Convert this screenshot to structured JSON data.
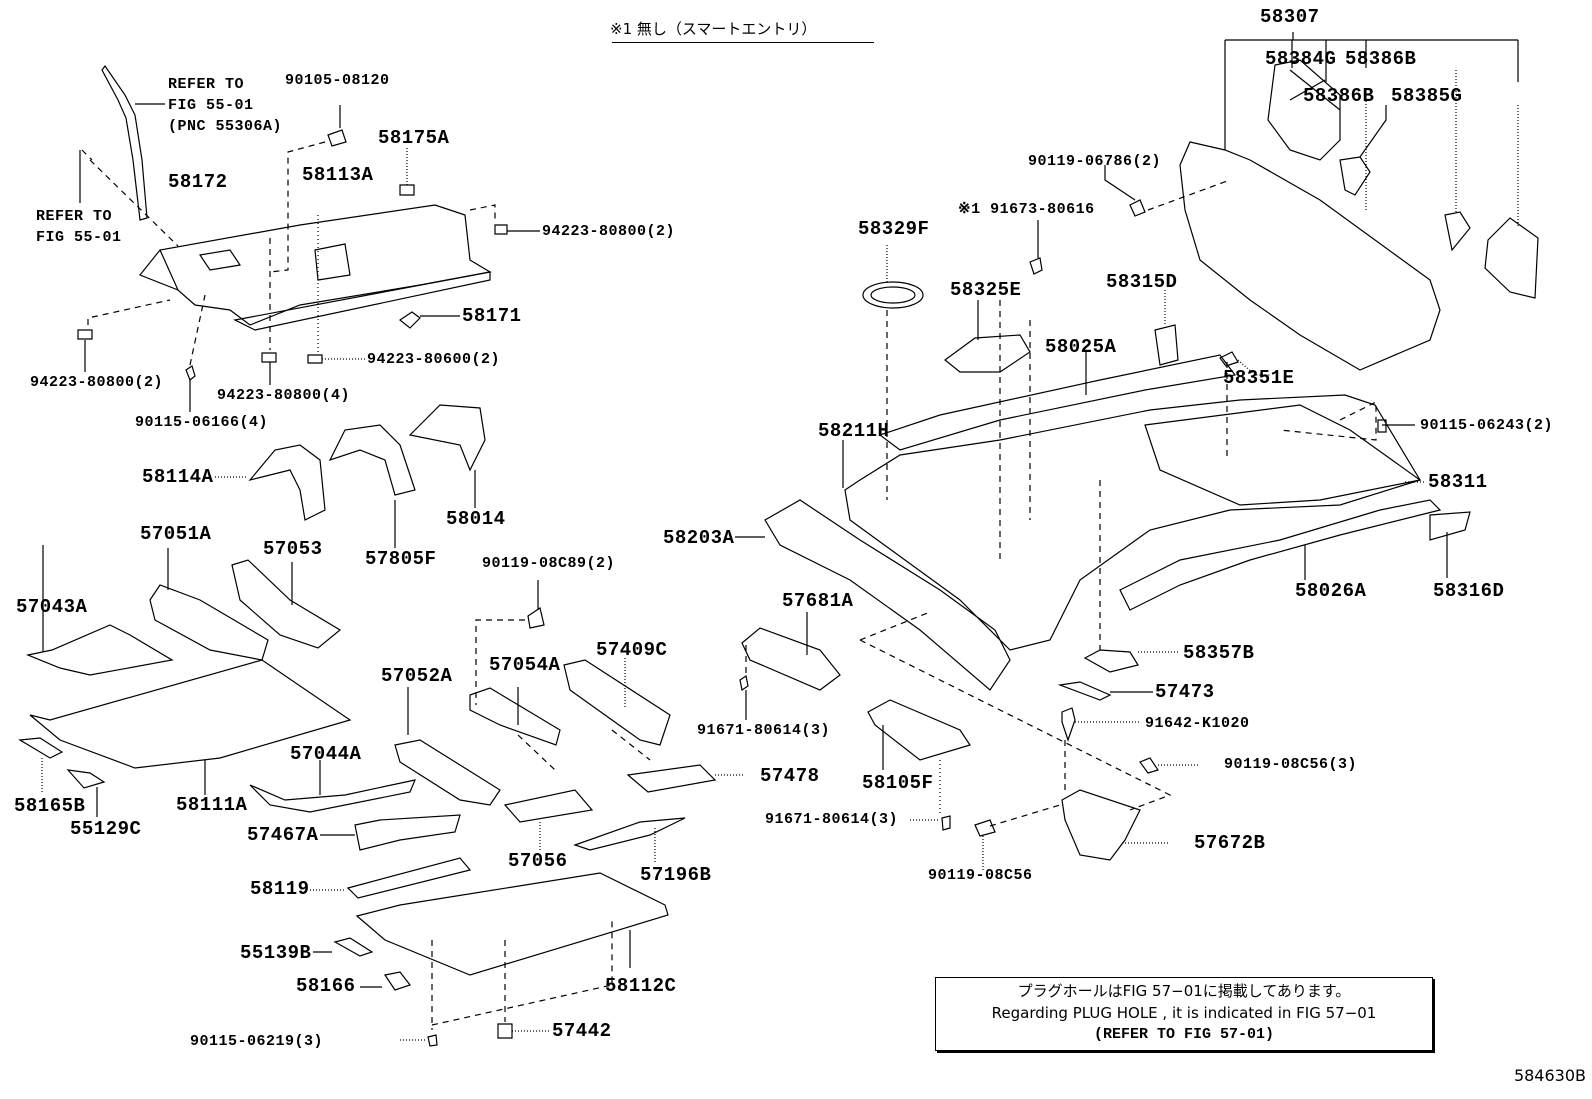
{
  "header_note": "※1 無し（スマートエントリ）",
  "figure_id": "584630B",
  "note_box": {
    "line_jp": "プラグホールはFIG 57−01に掲載してあります。",
    "line_en": "Regarding  PLUG  HOLE , it is indicated in FIG  57−01",
    "line_ref": "(REFER TO FIG 57-01)"
  },
  "references": [
    {
      "id": "ref-55-01-pnc",
      "lines": [
        "REFER TO",
        "FIG 55-01",
        "(PNC 55306A)"
      ]
    },
    {
      "id": "ref-55-01",
      "lines": [
        "REFER TO",
        "FIG 55-01"
      ]
    }
  ],
  "parts": [
    {
      "id": "p90105-08120",
      "label": "90105-08120"
    },
    {
      "id": "p58175A",
      "label": "58175A"
    },
    {
      "id": "p58172",
      "label": "58172"
    },
    {
      "id": "p58113A",
      "label": "58113A"
    },
    {
      "id": "p94223-80800-2a",
      "label": "94223-80800(2)"
    },
    {
      "id": "p58171",
      "label": "58171"
    },
    {
      "id": "p94223-80800-2b",
      "label": "94223-80800(2)"
    },
    {
      "id": "p94223-80600-2",
      "label": "94223-80600(2)"
    },
    {
      "id": "p94223-80800-4",
      "label": "94223-80800(4)"
    },
    {
      "id": "p90115-06166-4",
      "label": "90115-06166(4)"
    },
    {
      "id": "p58114A",
      "label": "58114A"
    },
    {
      "id": "p57805F",
      "label": "57805F"
    },
    {
      "id": "p58014",
      "label": "58014"
    },
    {
      "id": "p57051A",
      "label": "57051A"
    },
    {
      "id": "p57053",
      "label": "57053"
    },
    {
      "id": "p57043A",
      "label": "57043A"
    },
    {
      "id": "p58111A",
      "label": "58111A"
    },
    {
      "id": "p58165B",
      "label": "58165B"
    },
    {
      "id": "p55129C",
      "label": "55129C"
    },
    {
      "id": "p90119-08C89-2",
      "label": "90119-08C89(2)"
    },
    {
      "id": "p57409C",
      "label": "57409C"
    },
    {
      "id": "p57054A",
      "label": "57054A"
    },
    {
      "id": "p57052A",
      "label": "57052A"
    },
    {
      "id": "p57044A",
      "label": "57044A"
    },
    {
      "id": "p57467A",
      "label": "57467A"
    },
    {
      "id": "p57056",
      "label": "57056"
    },
    {
      "id": "p57196B",
      "label": "57196B"
    },
    {
      "id": "p57478",
      "label": "57478"
    },
    {
      "id": "p58119",
      "label": "58119"
    },
    {
      "id": "p55139B",
      "label": "55139B"
    },
    {
      "id": "p58166",
      "label": "58166"
    },
    {
      "id": "p58112C",
      "label": "58112C"
    },
    {
      "id": "p90115-06219-3",
      "label": "90115-06219(3)"
    },
    {
      "id": "p57442",
      "label": "57442"
    },
    {
      "id": "p91671-80614-3a",
      "label": "91671-80614(3)"
    },
    {
      "id": "p57681A",
      "label": "57681A"
    },
    {
      "id": "p58105F",
      "label": "58105F"
    },
    {
      "id": "p91671-80614-3b",
      "label": "91671-80614(3)"
    },
    {
      "id": "p90119-08C56",
      "label": "90119-08C56"
    },
    {
      "id": "p58307",
      "label": "58307"
    },
    {
      "id": "p58384G",
      "label": "58384G"
    },
    {
      "id": "p58386B-a",
      "label": "58386B"
    },
    {
      "id": "p58386B-b",
      "label": "58386B"
    },
    {
      "id": "p58385G",
      "label": "58385G"
    },
    {
      "id": "p90119-06786-2",
      "label": "90119-06786(2)"
    },
    {
      "id": "p91673-80616",
      "label": "※1 91673-80616"
    },
    {
      "id": "p58329F",
      "label": "58329F"
    },
    {
      "id": "p58325E",
      "label": "58325E"
    },
    {
      "id": "p58315D",
      "label": "58315D"
    },
    {
      "id": "p58025A",
      "label": "58025A"
    },
    {
      "id": "p58351E",
      "label": "58351E"
    },
    {
      "id": "p58211H",
      "label": "58211H"
    },
    {
      "id": "p90115-06243-2",
      "label": "90115-06243(2)"
    },
    {
      "id": "p58311",
      "label": "58311"
    },
    {
      "id": "p58203A",
      "label": "58203A"
    },
    {
      "id": "p58026A",
      "label": "58026A"
    },
    {
      "id": "p58316D",
      "label": "58316D"
    },
    {
      "id": "p58357B",
      "label": "58357B"
    },
    {
      "id": "p57473",
      "label": "57473"
    },
    {
      "id": "p91642-K1020",
      "label": "91642-K1020"
    },
    {
      "id": "p90119-08C56-3",
      "label": "90119-08C56(3)"
    },
    {
      "id": "p57672B",
      "label": "57672B"
    }
  ]
}
